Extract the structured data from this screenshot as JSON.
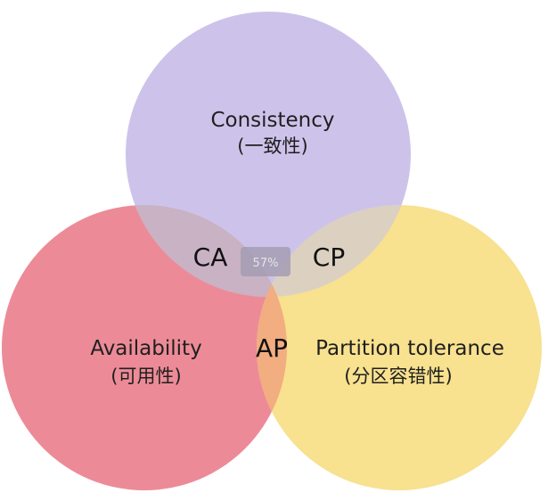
{
  "colors": {
    "consistency": "#cdc3ea",
    "availability": "#ec8b97",
    "partition": "#f8e18f",
    "ca_overlap": "#c8b2c4",
    "cp_overlap": "#dcd1c0",
    "ap_overlap": "#f2ad80",
    "zoom_badge": "#a49cb3",
    "label_text": "#1f1f1f"
  },
  "sets": {
    "consistency": {
      "title": "Consistency",
      "subtitle": "(一致性)"
    },
    "availability": {
      "title": "Availability",
      "subtitle": "(可用性)"
    },
    "partition": {
      "title": "Partition tolerance",
      "subtitle": "(分区容错性)"
    }
  },
  "overlaps": {
    "ca": "CA",
    "cp": "CP",
    "ap": "AP"
  },
  "zoom_badge": {
    "label": "57%"
  }
}
